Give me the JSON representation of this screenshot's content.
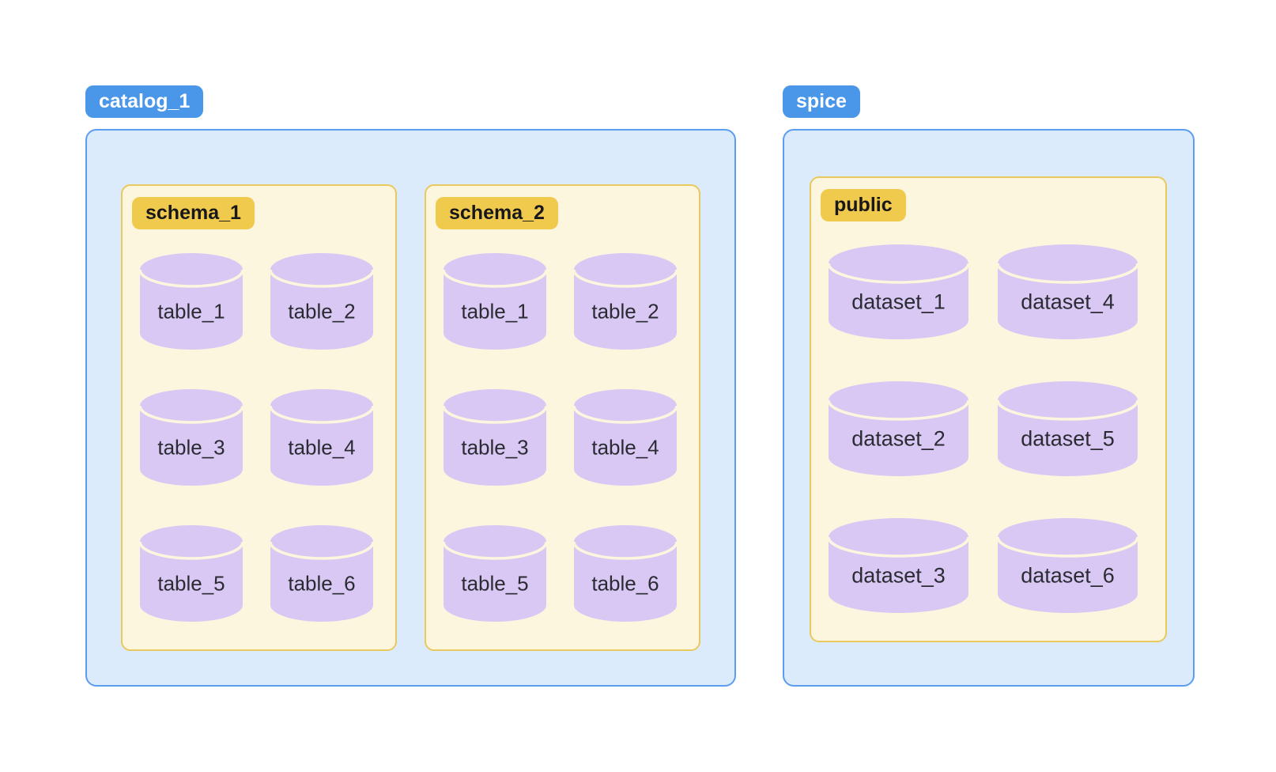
{
  "colors": {
    "canvas_bg": "#ffffff",
    "badge_blue_bg": "#4a96e8",
    "badge_blue_text": "#ffffff",
    "container_fill": "#dcebfc",
    "container_border": "#5b9df0",
    "group_fill": "#fdf6df",
    "group_border": "#e9c95d",
    "badge_yellow_bg": "#f0ca4d",
    "badge_yellow_text": "#17171c",
    "cylinder_fill": "#d9c8f4",
    "cylinder_divider": "#fdf6df",
    "cylinder_text": "#2b2b33"
  },
  "containers": [
    {
      "label": "catalog_1",
      "groups": [
        {
          "label": "schema_1",
          "items": [
            "table_1",
            "table_2",
            "table_3",
            "table_4",
            "table_5",
            "table_6"
          ]
        },
        {
          "label": "schema_2",
          "items": [
            "table_1",
            "table_2",
            "table_3",
            "table_4",
            "table_5",
            "table_6"
          ]
        }
      ]
    },
    {
      "label": "spice",
      "groups": [
        {
          "label": "public",
          "items": [
            "dataset_1",
            "dataset_2",
            "dataset_3",
            "dataset_4",
            "dataset_5",
            "dataset_6"
          ]
        }
      ]
    }
  ]
}
